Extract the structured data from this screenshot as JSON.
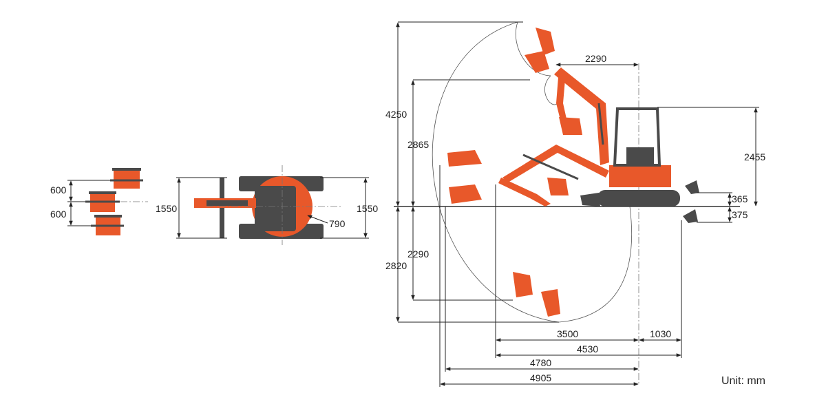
{
  "unit_label": "Unit: mm",
  "colors": {
    "machine": "#e8582a",
    "machine_dark": "#4a4a4a",
    "line": "#222222",
    "arc": "#555555"
  },
  "front_view": {
    "bucket_offsets": [
      "600",
      "600"
    ]
  },
  "top_view": {
    "width_left": "1550",
    "width_right": "1550",
    "tail_radius": "790"
  },
  "side_view": {
    "max_dig_height": "4250",
    "max_dump_height": "2865",
    "max_dig_depth": "2820",
    "vertical_wall_depth": "2290",
    "min_swing_radius": "2290",
    "overall_height": "2455",
    "blade_lift": "365",
    "blade_drop": "375",
    "min_front_reach": "3500",
    "blade_reach": "1030",
    "ground_reach_4530": "4530",
    "reach_4780": "4780",
    "max_reach": "4905"
  }
}
